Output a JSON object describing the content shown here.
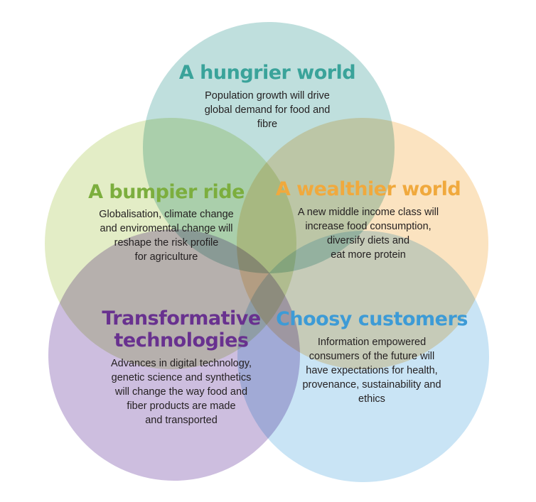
{
  "diagram": {
    "type": "venn",
    "circles": [
      {
        "id": "hungrier",
        "title": "A hungrier world",
        "body": "Population growth will drive\nglobal demand for food and\nfibre",
        "fill_color": "#bfdfdd",
        "title_color": "#3aa39a"
      },
      {
        "id": "bumpier",
        "title": "A bumpier ride",
        "body": "Globalisation, climate change\nand enviromental change will\nreshape the risk profile\nfor agriculture",
        "fill_color": "#e3edc6",
        "title_color": "#7cae3e"
      },
      {
        "id": "wealthier",
        "title": "A wealthier world",
        "body": "A new middle income class will\nincrease food consumption,\ndiversify diets and\neat more protein",
        "fill_color": "#fbe3c0",
        "title_color": "#f0a93d"
      },
      {
        "id": "transformative",
        "title": "Transformative\ntechnologies",
        "body": "Advances in digital technology,\ngenetic science and synthetics\nwill change the way food and\nfiber products are made\nand transported",
        "fill_color": "#cdbedf",
        "title_color": "#68318f"
      },
      {
        "id": "choosy",
        "title": "Choosy customers",
        "body": "Information empowered\nconsumers of the future will\nhave expectations for health,\nprovenance, sustainability and\nethics",
        "fill_color": "#c9e4f5",
        "title_color": "#3d9bd6"
      }
    ]
  }
}
